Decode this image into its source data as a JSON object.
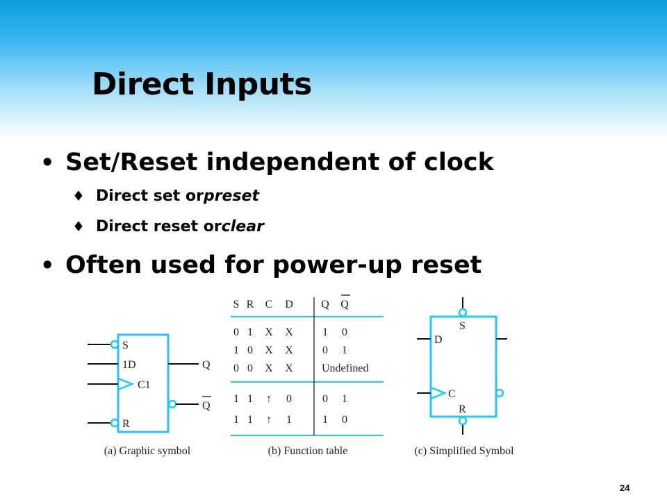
{
  "slide": {
    "title": "Direct Inputs",
    "bullets": [
      {
        "text": "Set/Reset independent of clock",
        "sub": [
          {
            "text": "Direct set or ",
            "emph": "preset"
          },
          {
            "text": "Direct reset or ",
            "emph": "clear"
          }
        ]
      },
      {
        "text": "Often used for power-up reset"
      }
    ],
    "page_number": "24"
  },
  "figure_a": {
    "caption": "(a) Graphic symbol",
    "pins": {
      "s": "S",
      "d": "1D",
      "c": "C1",
      "r": "R",
      "q": "Q",
      "qbar": "Q"
    }
  },
  "figure_b": {
    "caption": "(b) Function table",
    "headers": [
      "S",
      "R",
      "C",
      "D",
      "Q",
      "Q"
    ],
    "rows": [
      [
        "0",
        "1",
        "X",
        "X",
        "1",
        "0"
      ],
      [
        "1",
        "0",
        "X",
        "X",
        "0",
        "1"
      ],
      [
        "0",
        "0",
        "X",
        "X",
        "Undefined"
      ],
      [
        "1",
        "1",
        "↑",
        "0",
        "0",
        "1"
      ],
      [
        "1",
        "1",
        "↑",
        "1",
        "1",
        "0"
      ]
    ]
  },
  "figure_c": {
    "caption": "(c) Simplified Symbol",
    "pins": {
      "s": "S",
      "d": "D",
      "c": "C",
      "r": "R"
    }
  },
  "colors": {
    "symbol": "#1ec8ff",
    "lines": "#111111",
    "table_rules": "#1ec8ff",
    "header_top": "#0a9fe3"
  }
}
